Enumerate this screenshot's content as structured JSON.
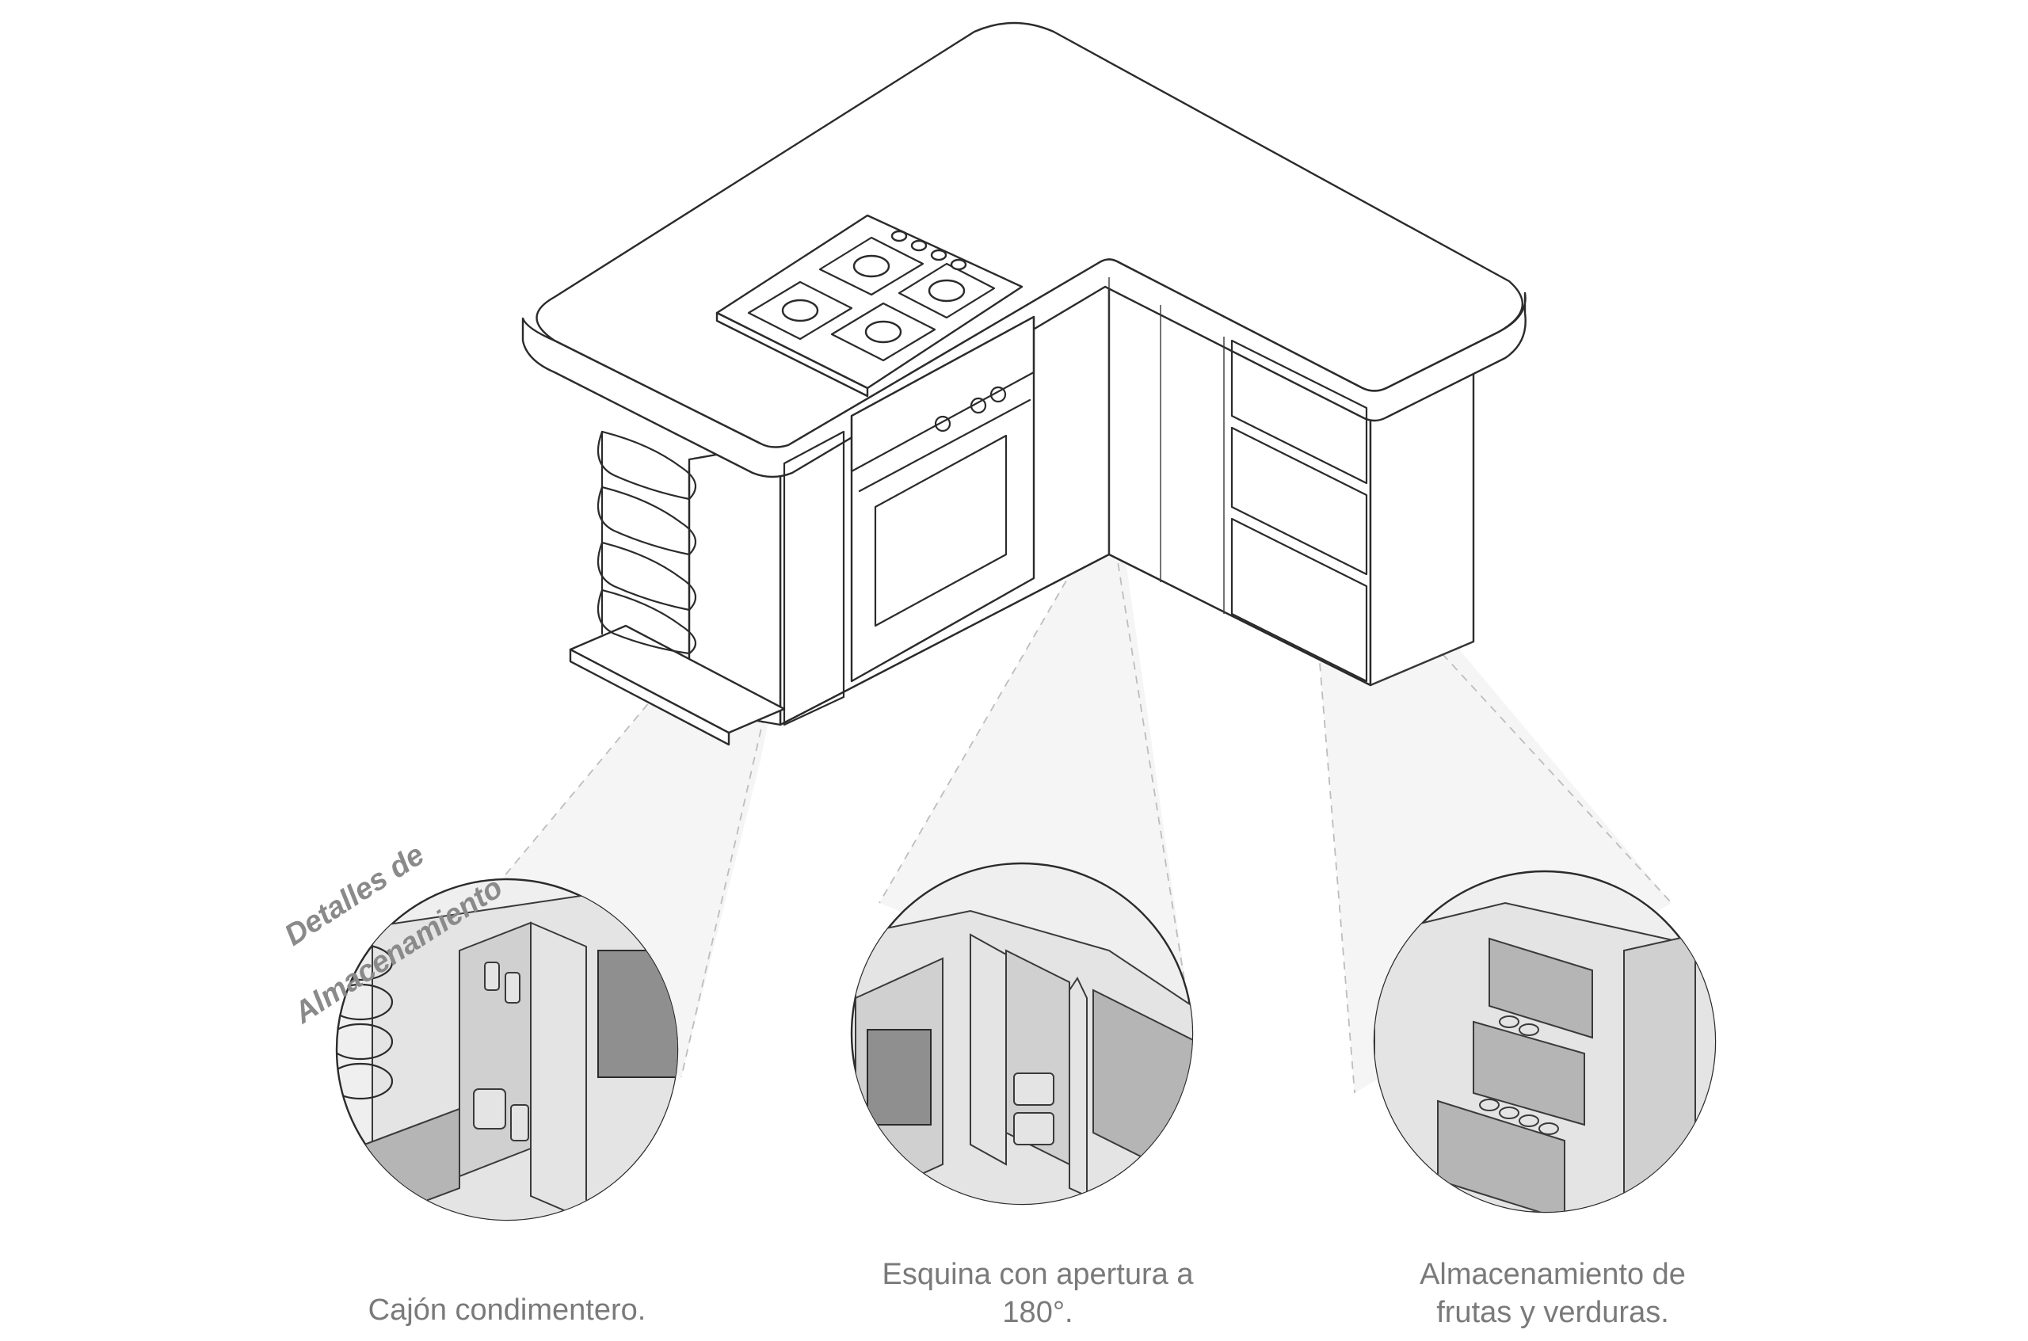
{
  "heading": {
    "line1": "Detalles de",
    "line2": "Almacenamiento"
  },
  "callouts": [
    {
      "id": "spice",
      "caption": "Cajón condimentero."
    },
    {
      "id": "corner",
      "caption": "Esquina con apertura a\n180°."
    },
    {
      "id": "produce",
      "caption": "Almacenamiento de\nfrutas y verduras."
    }
  ],
  "colors": {
    "line": "#2b2b2b",
    "caption": "#7a7a7a",
    "heading": "#8a8a8a",
    "cone": "#f2f2f2"
  }
}
